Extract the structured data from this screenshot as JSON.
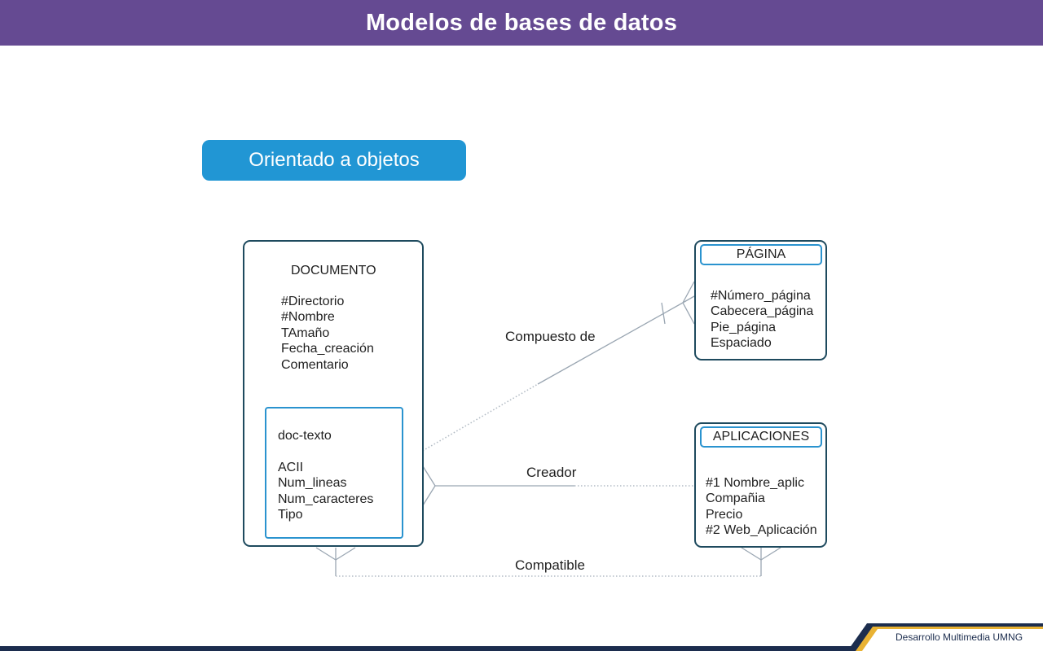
{
  "header": {
    "title": "Modelos de bases de datos"
  },
  "section": {
    "label": "Orientado a objetos"
  },
  "entities": {
    "documento": {
      "title": "DOCUMENTO",
      "attributes": [
        "#Directorio",
        "#Nombre",
        "TAmaño",
        "Fecha_creación",
        "Comentario"
      ]
    },
    "doc_texto": {
      "title": "doc-texto",
      "attributes": [
        "ACII",
        "Num_lineas",
        "Num_caracteres",
        "Tipo"
      ]
    },
    "pagina": {
      "title": "PÁGINA",
      "attributes": [
        "#Número_página",
        "Cabecera_página",
        "Pie_página",
        "Espaciado"
      ]
    },
    "aplicaciones": {
      "title": "APLICACIONES",
      "attributes": [
        "#1 Nombre_aplic",
        "Compañia",
        "Precio",
        "#2 Web_Aplicación"
      ]
    }
  },
  "relationships": {
    "compuesto_de": "Compuesto de",
    "creador": "Creador",
    "compatible": "Compatible"
  },
  "colors": {
    "header": "#654a92",
    "pill": "#2196d4",
    "entity_border": "#1e4a5e",
    "inner_border": "#2a93cf",
    "line": "#9aa6b2",
    "footer": "#1c2d4e"
  },
  "footer": {
    "text": "Desarrollo Multimedia UMNG"
  }
}
